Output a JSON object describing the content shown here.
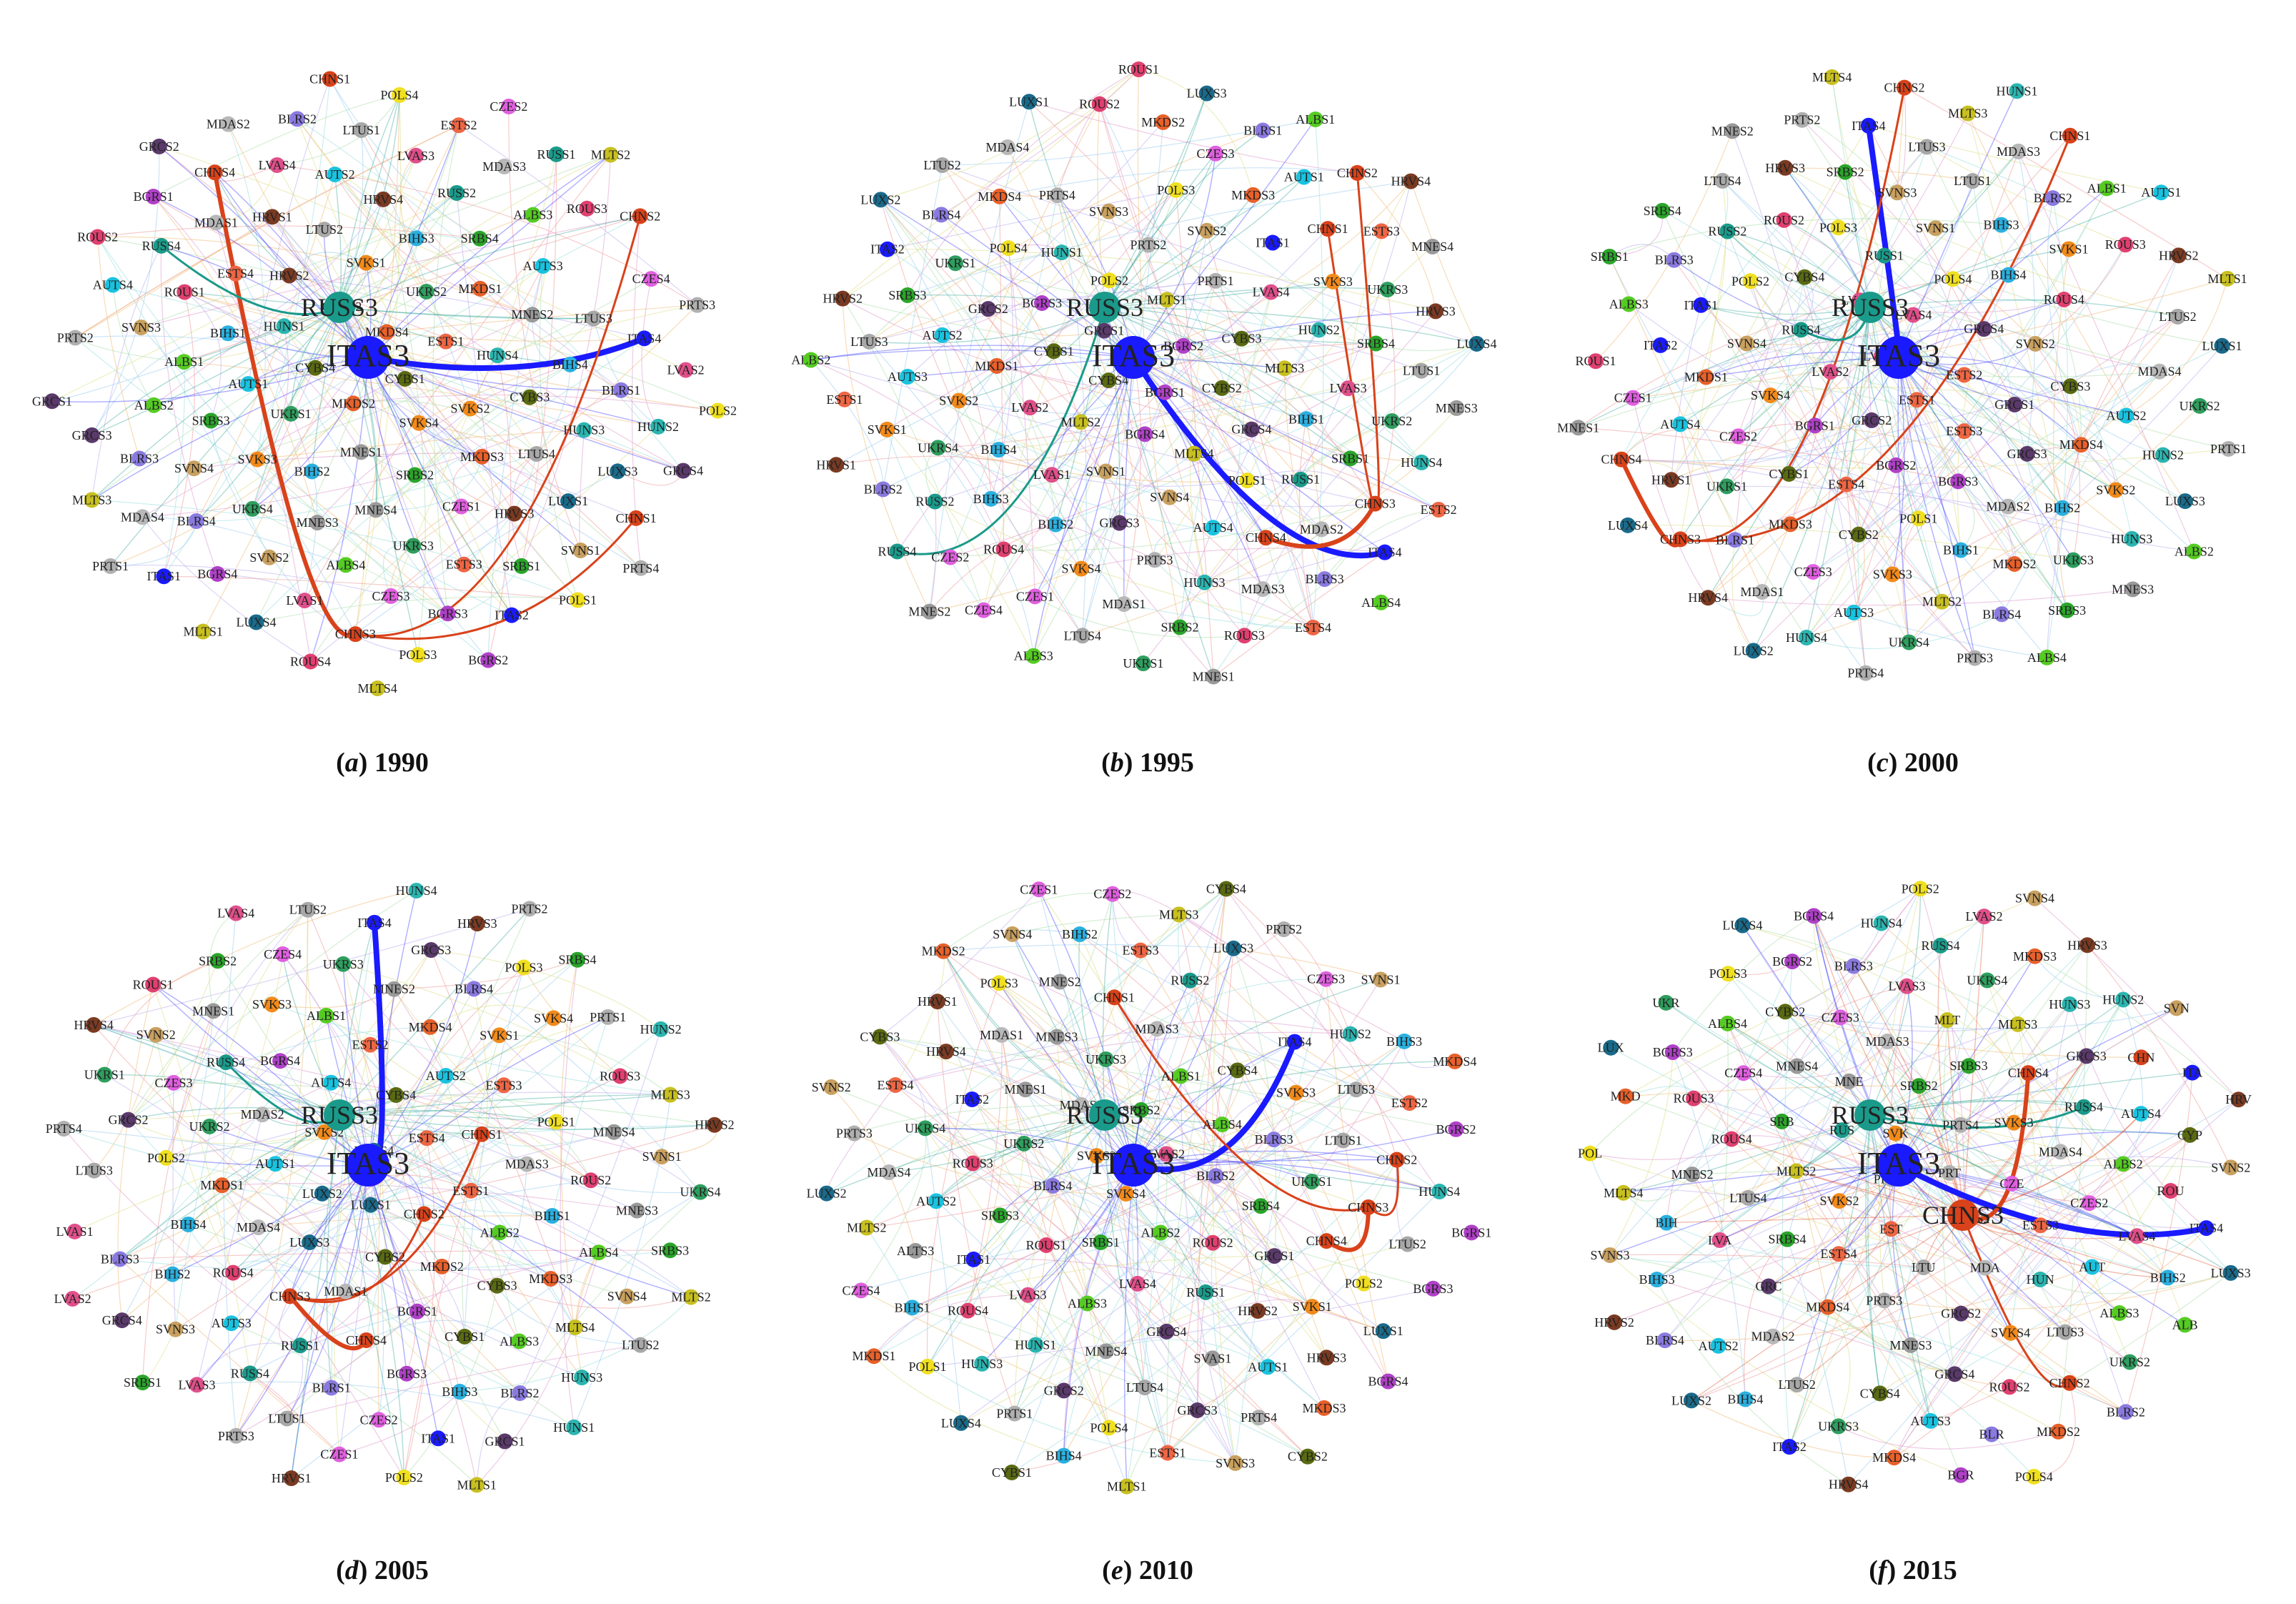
{
  "panels": [
    {
      "letter": "a",
      "year": "1990",
      "labels": [
        "CYBS1",
        "MKDS2",
        "MKDS4",
        "SVKS4",
        "CYBS4",
        "ESTS1",
        "MNES1",
        "CYBS2",
        "SVKS2",
        "UKRS1",
        "UKRS2",
        "SRBS2",
        "HUNS1",
        "HUNS4",
        "BIHS2",
        "SVKS1",
        "MKDS3",
        "AUTS1",
        "MKDS1",
        "MNES4",
        "HRVS2",
        "CYBS3",
        "SVKS3",
        "BIHS3",
        "CZES1",
        "BIHS1",
        "MNES2",
        "MNES3",
        "LTUS2",
        "LTUS4",
        "SRBS3",
        "SRBS4",
        "UKRS3",
        "ESTS4",
        "BIHS4",
        "UKRS4",
        "HRVS4",
        "HRVS3",
        "ALBS1",
        "AUTS3",
        "ALBS4",
        "HRVS1",
        "HUNS3",
        "SVNS4",
        "RUSS2",
        "ESTS3",
        "ROUS1",
        "LTUS3",
        "SVNS2",
        "AUTS2",
        "LUXS1",
        "ALBS2",
        "ALBS3",
        "CZES3",
        "MDAS1",
        "BLRS1",
        "BLRS4",
        "LVAS3",
        "SRBS1",
        "SVNS3",
        "RUSS3",
        "LVAS1",
        "LVAS4",
        "LUXS3",
        "BLRS3",
        "MDAS3",
        "BGRS3",
        "RUSS4",
        "ITAS4",
        "BGRS4",
        "LTUS1",
        "SVNS1",
        "ITAS3",
        "ROUS3",
        "CHNS3",
        "CHNS4",
        "HUNS2",
        "MDAS4",
        "ESTS2",
        "ITAS2",
        "AUTS4",
        "CZES4",
        "LUXS4",
        "BLRS2",
        "CHNS1",
        "GRCS3",
        "RUSS1",
        "POLS3",
        "BGRS1",
        "LVAS2",
        "ITAS1",
        "POLS4",
        "POLS1",
        "PRTS2",
        "CHNS2",
        "ROUS4",
        "MDAS2",
        "GRCS4",
        "MLTS3",
        "CZES2",
        "BGRS2",
        "ROUS2",
        "PRTS3",
        "MLTS1",
        "CHNS1",
        "PRTS4",
        "GRCS1",
        "MLTS2",
        "MLTS4",
        "GRCS2",
        "POLS2",
        "PRTS1"
      ],
      "hubs": [
        "ITAS3",
        "RUSS3"
      ]
    },
    {
      "letter": "b",
      "year": "1995",
      "labels": [
        "BGRS1",
        "CYBS4",
        "BGRS2",
        "BGRS4",
        "GRCS1",
        "CYBS2",
        "MLTS2",
        "MLTS1",
        "MLTS4",
        "CYBS1",
        "CYBS3",
        "SVNS1",
        "POLS2",
        "GRCS4",
        "LVAS2",
        "PRTS1",
        "SVNS4",
        "BGRS3",
        "MLTS3",
        "LVAS1",
        "PRTS2",
        "POLS1",
        "MKDS1",
        "LVAS4",
        "GRCS3",
        "HUNS1",
        "BIHS1",
        "BIHS4",
        "SVNS2",
        "AUTS4",
        "GRCS2",
        "HUNS2",
        "BIHS2",
        "SVNS3",
        "RUSS1",
        "SVKS2",
        "ITAS1",
        "PRTS3",
        "POLS4",
        "LVAS3",
        "BIHS3",
        "POLS3",
        "CHNS4",
        "AUTS2",
        "SVKS3",
        "SVKS4",
        "PRTS4",
        "SRBS1",
        "UKRS4",
        "MKDS3",
        "HUNS3",
        "UKRS1",
        "SRBS4",
        "ROUS4",
        "ITAS3",
        "MDAS2",
        "AUTS3",
        "CHNS1",
        "MDAS1",
        "MKDS4",
        "UKRS2",
        "RUSS2",
        "CZES3",
        "MDAS3",
        "SRBS3",
        "UKRS3",
        "CZES1",
        "RUSS3",
        "CHNS3",
        "SVKS1",
        "AUTS1",
        "SRBS2",
        "BLRS4",
        "LTUS1",
        "CZES2",
        "MKDS2",
        "BLRS3",
        "LTUS3",
        "ESTS3",
        "LTUS4",
        "MDAS4",
        "HUNS4",
        "BLRS2",
        "BLRS1",
        "ROUS3",
        "ITAS2",
        "HRVS3",
        "CZES4",
        "ROUS2",
        "ITAS4",
        "ESTS1",
        "CHNS2",
        "UKRS1",
        "LTUS2",
        "MNES3",
        "RUSS4",
        "LUXS3",
        "ESTS4",
        "HRVS2",
        "MNES4",
        "ALBS3",
        "LUXS1",
        "ESTS2",
        "HRVS1",
        "ALBS1",
        "MNES1",
        "LUXS2",
        "LUXS4",
        "MNES2",
        "ROUS1",
        "ALBS4",
        "ALBS2",
        "HRVS4"
      ],
      "hubs": [
        "ITAS3",
        "RUSS3"
      ]
    },
    {
      "letter": "c",
      "year": "2000",
      "labels": [
        "ESTS1",
        "LVAS1",
        "ESTS2",
        "GRCS2",
        "LVAS4",
        "ESTS3",
        "LVAS2",
        "GRCS4",
        "BGRS2",
        "LVAS3",
        "GRCS1",
        "BGRS1",
        "POLS4",
        "BGRS3",
        "RUSS4",
        "SVNS2",
        "ESTS4",
        "RUSS1",
        "GRCS3",
        "SVKS4",
        "BIHS4",
        "POLS1",
        "CYBS4",
        "CYBS3",
        "CYBS1",
        "SVNS1",
        "MDAS2",
        "SVNS4",
        "ROUS4",
        "CYBS2",
        "POLS3",
        "MKDS4",
        "CZES2",
        "BIHS3",
        "BIHS1",
        "POLS2",
        "RUSS3",
        "MKDS3",
        "SVNS3",
        "BIHS2",
        "MKDS1",
        "SVKS1",
        "SVKS3",
        "ROUS2",
        "AUTS2",
        "UKRS1",
        "LTUS1",
        "MKDS2",
        "ITAS1",
        "ITAS3",
        "CZES3",
        "SRBS2",
        "SVKS2",
        "AUTS4",
        "BLRS2",
        "MLTS2",
        "RUSS2",
        "MDAS4",
        "BLRS1",
        "LTUS3",
        "UKRS3",
        "ITAS2",
        "ROUS3",
        "AUTS3",
        "HRVS3",
        "HUNS2",
        "HRVS1",
        "MDAS3",
        "BLRS4",
        "BLRS3",
        "LTUS2",
        "MDAS1",
        "ITAS4",
        "HUNS3",
        "CZES1",
        "ALBS1",
        "UKRS4",
        "LTUS4",
        "UKRS2",
        "CHNS3",
        "MLTS3",
        "SRBS3",
        "ALBS3",
        "HRVS2",
        "HUNS4",
        "PRTS2",
        "LUXS3",
        "CHNS4",
        "CHNS1",
        "PRTS3",
        "SRBS4",
        "LUXS1",
        "HRVS4",
        "CHNS2",
        "MNES3",
        "ROUS1",
        "AUTS1",
        "PRTS4",
        "MNES2",
        "PRTS1",
        "LUXS4",
        "HUNS1",
        "ALBS4",
        "SRBS1",
        "MLTS1",
        "LUXS2",
        "MLTS4",
        "ALBS2",
        "MNES1"
      ],
      "hubs": [
        "ITAS3",
        "RUSS3"
      ]
    },
    {
      "letter": "d",
      "year": "2005",
      "labels": [
        "LUXS1",
        "LUXS4",
        "CHNS2",
        "LUXS2",
        "ESTS4",
        "CYBS2",
        "SVKS2",
        "ESTS1",
        "LUXS3",
        "CYBS4",
        "MKDS2",
        "AUTS1",
        "CHNS1",
        "MDAS1",
        "AUTS4",
        "ALBS2",
        "MDAS4",
        "AUTS2",
        "BGRS1",
        "MDAS2",
        "MDAS3",
        "CHNS3",
        "ESTS2",
        "CYBS3",
        "MKDS1",
        "ESTS3",
        "CHNS4",
        "BGRS4",
        "BIHS1",
        "ROUS4",
        "MKDS4",
        "CYBS1",
        "UKRS2",
        "POLS1",
        "RUSS1",
        "ALBS1",
        "MKDS3",
        "BIHS4",
        "SVKS1",
        "BGRS3",
        "RUSS4",
        "ROUS2",
        "AUTS3",
        "MNES2",
        "ALBS3",
        "POLS2",
        "RUSS3",
        "BLRS1",
        "SVKS3",
        "ALBS4",
        "BIHS2",
        "BLRS4",
        "BIHS3",
        "CZES3",
        "MNES4",
        "RUSS4",
        "UKRS3",
        "MLTS4",
        "ITAS3",
        "SVKS4",
        "CZES2",
        "MNES1",
        "MNES3",
        "SVNS3",
        "GRCS3",
        "BLRS2",
        "GRCS2",
        "ROUS3",
        "LTUS1",
        "CZES4",
        "SVNS4",
        "BLRS3",
        "POLS3",
        "ITAS1",
        "SVNS2",
        "SVNS1",
        "LVAS3",
        "ITAS4",
        "HUNS3",
        "LTUS3",
        "PRTS1",
        "CZES1",
        "SRBS2",
        "SRBS3",
        "GRCS4",
        "HRVS3",
        "GRCS1",
        "UKRS1",
        "MLTS3",
        "PRTS3",
        "LTUS2",
        "LTUS2",
        "LVAS1",
        "SRBS4",
        "POLS2",
        "ROUS1",
        "UKRS4",
        "SRBS1",
        "HUNS4",
        "HUNS1",
        "PRTS4",
        "HUNS2",
        "HRVS1",
        "LVAS4",
        "MLTS2",
        "LVAS2",
        "PRTS2",
        "MLTS1",
        "HRVS4",
        "HRVS2"
      ],
      "hubs": [
        "ITAS3",
        "RUSS3"
      ]
    },
    {
      "letter": "e",
      "year": "2010",
      "labels": [
        "SVKS4",
        "LVAS2",
        "ALBS2",
        "SVKS2",
        "BLRS2",
        "SRBS1",
        "SRBS2",
        "ROUS2",
        "BLRS4",
        "ALBS4",
        "LVAS4",
        "MDAS2",
        "SRBS4",
        "ROUS1",
        "ALBS1",
        "RUSS1",
        "UKRS2",
        "BLRS3",
        "ALBS3",
        "UKRS3",
        "GRCS1",
        "SRBS3",
        "CYBS4",
        "GRCS4",
        "MNES1",
        "UKRS1",
        "LVAS3",
        "MDAS3",
        "HRVS2",
        "ROUS3",
        "SVKS3",
        "MNES4",
        "MNES3",
        "CHNS4",
        "ITAS1",
        "RUSS3",
        "SVAS1",
        "ITAS2",
        "LTUS1",
        "HUNS1",
        "CHNS1",
        "SVKS1",
        "AUTS2",
        "ITAS4",
        "LTUS4",
        "MDAS1",
        "CHNS3",
        "ROUS4",
        "RUSS2",
        "AUTS1",
        "UKRS4",
        "LTUS3",
        "GRCS2",
        "MNES2",
        "POLS2",
        "ALTS3",
        "ITAS3",
        "GRCS3",
        "HRVS4",
        "CHNS2",
        "HUNS3",
        "ESTS3",
        "HRVS3",
        "MDAS4",
        "HUNS2",
        "POLS4",
        "POLS3",
        "LTUS2",
        "BIHS1",
        "LUXS3",
        "PRTS4",
        "ESTS4",
        "ESTS2",
        "PRTS1",
        "BIHS2",
        "LUXS1",
        "MLTS2",
        "CZES3",
        "ESTS1",
        "HRVS1",
        "HUNS4",
        "POLS1",
        "MLTS3",
        "MKDS3",
        "PRTS3",
        "BIHS3",
        "BIHS4",
        "SVNS4",
        "BGRS3",
        "CZES4",
        "PRTS2",
        "SVNS3",
        "CYBS3",
        "BGRS2",
        "LUXS4",
        "CZES2",
        "BGRS4",
        "LUXS2",
        "SVNS1",
        "MLTS1",
        "MKDS2",
        "BGRS1",
        "MKDS1",
        "CYBS4",
        "CYBS2",
        "SVNS2",
        "MKDS4",
        "CYBS1",
        "CZES1"
      ],
      "hubs": [
        "ITAS3",
        "RUSS3"
      ]
    },
    {
      "letter": "f",
      "year": "2015",
      "labels": [
        "PRTS2",
        "PRT",
        "EST",
        "SVK",
        "ESTS2",
        "SVKS2",
        "PRTS4",
        "LTU",
        "RUS",
        "CZE",
        "ESTS4",
        "SRBS2",
        "MDA",
        "MLTS2",
        "SVKS3",
        "PRTS3",
        "MNE",
        "ESTS3",
        "SRBS4",
        "SRBS3",
        "GRCS2",
        "SRB",
        "MDAS4",
        "MKDS4",
        "MDAS3",
        "HUN",
        "LTUS4",
        "CHNS4",
        "MNES3",
        "MNES4",
        "CZES2",
        "GRC",
        "MLT",
        "SVKS4",
        "ROUS4",
        "RUSS4",
        "RUSS3",
        "CZES3",
        "AUT",
        "LVA",
        "MLTS3",
        "GRCS4",
        "CZES4",
        "ALBS2",
        "MDAS2",
        "LVAS3",
        "LTUS3",
        "MNES2",
        "GRCS3",
        "CYBS4",
        "CYBS2",
        "LVAS4",
        "CHNS3",
        "UKRS4",
        "ROUS2",
        "ROUS3",
        "AUTS4",
        "LTUS2",
        "BLRS3",
        "ALBS3",
        "BIH",
        "HUNS3",
        "AUTS3",
        "ALBS4",
        "ROU",
        "AUTS2",
        "RUSS4",
        "CHNS2",
        "ITAS3",
        "CHN",
        "UKRS3",
        "BGRS2",
        "BIHS2",
        "BIHS3",
        "MKDS3",
        "BLR",
        "BGRS3",
        "CYP",
        "BIHS4",
        "HUNS4",
        "UKRS2",
        "MLTS4",
        "HUNS2",
        "MKDS4",
        "POLS3",
        "ITAS4",
        "BLRS4",
        "LVAS2",
        "MKDS2",
        "MKD",
        "ITA",
        "ITAS2",
        "BGRS4",
        "ALB",
        "SVNS3",
        "HRVS3",
        "BGR",
        "UKR",
        "SVNS2",
        "LUXS2",
        "POLS2",
        "BLRS2",
        "POL",
        "SVN",
        "HRVS4",
        "LUXS4",
        "LUXS3",
        "HRVS2",
        "SVNS4",
        "POLS4",
        "LUX",
        "HRV"
      ],
      "hubs": [
        "ITAS3",
        "RUSS3",
        "CHNS3"
      ]
    }
  ]
}
